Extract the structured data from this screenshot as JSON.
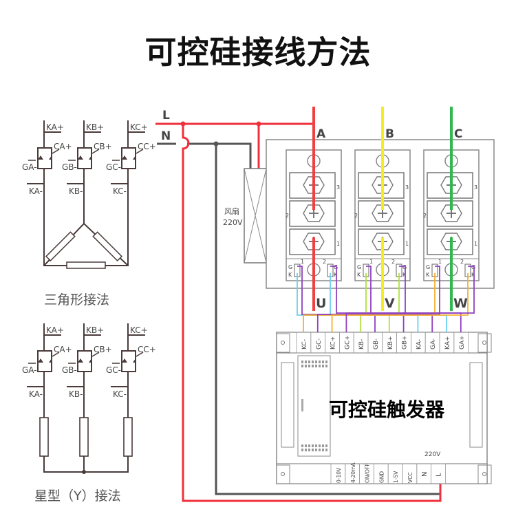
{
  "title": "可控硅接线方法",
  "colors": {
    "line_L": "#f0303c",
    "line_N": "#555555",
    "phase_A": "#f04040",
    "phase_B": "#f4ee20",
    "phase_C": "#30b850",
    "gate_cathode_A": "#6ad0f0",
    "gate_cathode_B": "#b0e040",
    "gate_cathode_C": "#f4b030",
    "gate_wire": "#9040c0",
    "outline": "#888888",
    "schematic": "#4a3a3a"
  },
  "supply": {
    "L_label": "L",
    "N_label": "N"
  },
  "fan": {
    "label": "风扇",
    "voltage": "220V"
  },
  "phases": [
    {
      "in_label": "A",
      "out_label": "U"
    },
    {
      "in_label": "B",
      "out_label": "V"
    },
    {
      "in_label": "C",
      "out_label": "W"
    }
  ],
  "module": {
    "terminal_labels": [
      "3",
      "2",
      "1"
    ],
    "gate_labels": {
      "g": "G",
      "k": "K",
      "ch1": "1",
      "ch2": "2"
    }
  },
  "controller": {
    "name": "可控硅触发器",
    "voltage": "220V",
    "top_terminals": [
      "KC-",
      "GC-",
      "KC+",
      "GC+",
      "KB-",
      "GB-",
      "KB+",
      "GB+",
      "KA-",
      "GA-",
      "KA+",
      "GA+"
    ],
    "bottom_terminals": [
      "0-10V",
      "4-20mA",
      "ON/OFF",
      "GND",
      "1-5V",
      "VCC",
      "N",
      "L"
    ]
  },
  "delta": {
    "caption": "三角形接法",
    "phases": [
      {
        "k_plus": "KA+",
        "c_plus": "CA+",
        "g_minus": "GA-",
        "k_minus": "KA-"
      },
      {
        "k_plus": "KB+",
        "c_plus": "CB+",
        "g_minus": "GB-",
        "k_minus": "KB-"
      },
      {
        "k_plus": "KC+",
        "c_plus": "CC+",
        "g_minus": "GC-",
        "k_minus": "KC-"
      }
    ]
  },
  "star": {
    "caption": "星型（Y）接法",
    "phases": [
      {
        "k_plus": "KA+",
        "c_plus": "CA+",
        "g_minus": "GA-",
        "k_minus": "KA-"
      },
      {
        "k_plus": "KB+",
        "c_plus": "CB+",
        "g_minus": "GB-",
        "k_minus": "KB-"
      },
      {
        "k_plus": "KC+",
        "c_plus": "CC+",
        "g_minus": "GC-",
        "k_minus": "KC-"
      }
    ]
  }
}
